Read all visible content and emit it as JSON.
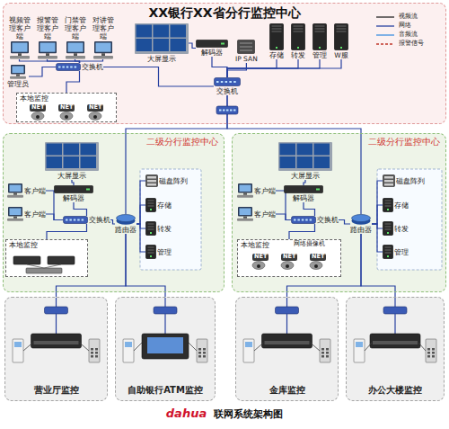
{
  "diagram": {
    "caption": "联网系统架构图",
    "nodes": [
      {
        "text": [
          "XX银行XX省分行监控中心"
        ]
      },
      {
        "text": [
          "视频管理客户端"
        ],
        "in": 0
      },
      {
        "text": [
          "报警管理客户端"
        ],
        "in": 0
      },
      {
        "text": [
          "门禁管理客户端"
        ],
        "in": 0
      },
      {
        "text": [
          "对讲管理客户端"
        ],
        "in": 0
      },
      {
        "text": [
          "交换机"
        ],
        "in": 0
      },
      {
        "text": [
          "管理员"
        ],
        "in": 0
      },
      {
        "text": [
          "本地监控"
        ],
        "in": 0
      },
      {
        "text": [
          "大屏显示"
        ],
        "in": 0
      },
      {
        "text": [
          "解码器"
        ],
        "in": 0
      },
      {
        "text": [
          "IP SAN"
        ],
        "in": 0
      },
      {
        "text": [
          "存储"
        ],
        "in": 0
      },
      {
        "text": [
          "转发"
        ],
        "in": 0
      },
      {
        "text": [
          "管理"
        ],
        "in": 0
      },
      {
        "text": [
          "W服"
        ],
        "in": 0
      },
      {
        "text": [
          "交换机"
        ],
        "in": 0
      },
      {
        "text": [
          "二级分行监控中心"
        ]
      },
      {
        "text": [
          "大屏显示"
        ],
        "in": 16
      },
      {
        "text": [
          "客户端"
        ],
        "in": 16
      },
      {
        "text": [
          "客户端"
        ],
        "in": 16
      },
      {
        "text": [
          "解码器"
        ],
        "in": 16
      },
      {
        "text": [
          "交换机"
        ],
        "in": 16
      },
      {
        "text": [
          "本地监控"
        ],
        "in": 16
      },
      {
        "text": [
          "路由器"
        ],
        "in": 16
      },
      {
        "text": [
          "磁盘阵列"
        ],
        "in": 16
      },
      {
        "text": [
          "存储"
        ],
        "in": 16
      },
      {
        "text": [
          "转发"
        ],
        "in": 16
      },
      {
        "text": [
          "管理"
        ],
        "in": 16
      },
      {
        "text": [
          "二级分行监控中心"
        ]
      },
      {
        "text": [
          "大屏显示"
        ],
        "in": 28
      },
      {
        "text": [
          "客户端"
        ],
        "in": 28
      },
      {
        "text": [
          "客户端"
        ],
        "in": 28
      },
      {
        "text": [
          "解码器"
        ],
        "in": 28
      },
      {
        "text": [
          "交换机"
        ],
        "in": 28
      },
      {
        "text": [
          "本地监控"
        ],
        "in": 28
      },
      {
        "text": [
          "路由器"
        ],
        "in": 28
      },
      {
        "text": [
          "磁盘阵列"
        ],
        "in": 28
      },
      {
        "text": [
          "存储"
        ],
        "in": 28
      },
      {
        "text": [
          "转发"
        ],
        "in": 28
      },
      {
        "text": [
          "管理"
        ],
        "in": 28
      },
      {
        "text": [
          "营业厅监控"
        ]
      },
      {
        "text": [
          "自助银行ATM监控"
        ]
      },
      {
        "text": [
          "金库监控"
        ]
      },
      {
        "text": [
          "办公大楼监控"
        ]
      }
    ],
    "edges": [
      {
        "from": 1,
        "to": 5,
        "arrow": "none"
      },
      {
        "from": 2,
        "to": 5,
        "arrow": "none"
      },
      {
        "from": 3,
        "to": 5,
        "arrow": "none"
      },
      {
        "from": 4,
        "to": 5,
        "arrow": "none"
      },
      {
        "from": 6,
        "to": 5,
        "arrow": "none"
      },
      {
        "from": 7,
        "to": 5,
        "arrow": "none"
      },
      {
        "from": 5,
        "to": 15,
        "arrow": "none"
      },
      {
        "from": 8,
        "to": 9,
        "arrow": "none"
      },
      {
        "from": 9,
        "to": 15,
        "arrow": "none"
      },
      {
        "from": 10,
        "to": 15,
        "arrow": "none"
      },
      {
        "from": 11,
        "to": 15,
        "arrow": "none"
      },
      {
        "from": 12,
        "to": 15,
        "arrow": "none"
      },
      {
        "from": 13,
        "to": 15,
        "arrow": "none"
      },
      {
        "from": 14,
        "to": 15,
        "arrow": "none"
      },
      {
        "from": 15,
        "to": 23,
        "arrow": "none"
      },
      {
        "from": 15,
        "to": 35,
        "arrow": "none"
      },
      {
        "from": 17,
        "to": 20,
        "arrow": "none"
      },
      {
        "from": 18,
        "to": 21,
        "arrow": "none"
      },
      {
        "from": 19,
        "to": 21,
        "arrow": "none"
      },
      {
        "from": 20,
        "to": 21,
        "arrow": "none"
      },
      {
        "from": 22,
        "to": 21,
        "arrow": "none"
      },
      {
        "from": 21,
        "to": 23,
        "arrow": "none"
      },
      {
        "from": 23,
        "to": 24,
        "arrow": "none"
      },
      {
        "from": 23,
        "to": 25,
        "arrow": "none"
      },
      {
        "from": 23,
        "to": 26,
        "arrow": "none"
      },
      {
        "from": 23,
        "to": 27,
        "arrow": "none"
      },
      {
        "from": 23,
        "to": 40,
        "arrow": "none"
      },
      {
        "from": 23,
        "to": 41,
        "arrow": "none"
      },
      {
        "from": 29,
        "to": 32,
        "arrow": "none"
      },
      {
        "from": 30,
        "to": 33,
        "arrow": "none"
      },
      {
        "from": 31,
        "to": 33,
        "arrow": "none"
      },
      {
        "from": 32,
        "to": 33,
        "arrow": "none"
      },
      {
        "from": 34,
        "to": 33,
        "arrow": "none"
      },
      {
        "from": 33,
        "to": 35,
        "arrow": "none"
      },
      {
        "from": 35,
        "to": 36,
        "arrow": "none"
      },
      {
        "from": 35,
        "to": 37,
        "arrow": "none"
      },
      {
        "from": 35,
        "to": 38,
        "arrow": "none"
      },
      {
        "from": 35,
        "to": 39,
        "arrow": "none"
      },
      {
        "from": 35,
        "to": 42,
        "arrow": "none"
      },
      {
        "from": 35,
        "to": 43,
        "arrow": "none"
      }
    ],
    "labels": [
      "NET",
      "NET",
      "NET",
      "网络摄像机",
      "NET",
      "NET",
      "NET",
      "dahua"
    ],
    "legend": [
      {
        "text": "视频流"
      },
      {
        "text": "网络"
      },
      {
        "text": "音频流"
      },
      {
        "text": "报警信号"
      }
    ]
  }
}
